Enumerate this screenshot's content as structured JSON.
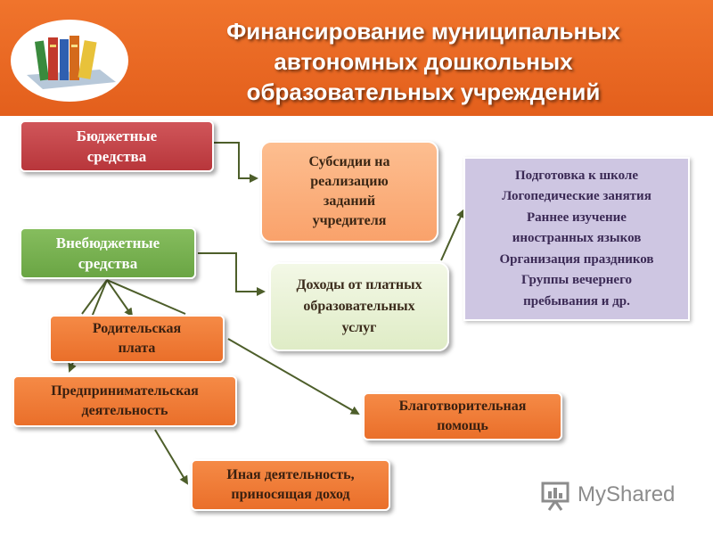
{
  "header": {
    "title_lines": [
      "Финансирование муниципальных",
      "автономных дошкольных",
      "образовательных учреждений"
    ],
    "logo_icon": "books-icon"
  },
  "boxes": {
    "budget": [
      "Бюджетные",
      "средства"
    ],
    "extrabudget": [
      "Внебюджетные",
      "средства"
    ],
    "subsidies": [
      "Субсидии на",
      "реализацию",
      "заданий",
      "учредителя"
    ],
    "paid_services": [
      "Доходы от платных",
      "образовательных",
      "услуг"
    ],
    "services_list": [
      "Подготовка к школе",
      "Логопедические занятия",
      "Раннее изучение",
      "иностранных языков",
      "Организация праздников",
      "Группы вечернего",
      "пребывания и др."
    ],
    "parent_fee": [
      "Родительская",
      "плата"
    ],
    "entrepreneurial": [
      "Предпринимательская",
      "деятельность"
    ],
    "charity": [
      "Благотворительная",
      "помощь"
    ],
    "other_income": [
      "Иная деятельность,",
      "приносящая доход"
    ]
  },
  "watermark": {
    "text": "MyShared"
  },
  "colors": {
    "header": "#e8651f",
    "budget": "#c2474b",
    "extrabudget": "#76ad4f",
    "orange_boxes": "#f07c36",
    "subsidies": "#fbb07e",
    "paid_services": "#e9f2d8",
    "services_list": "#cec6e2",
    "arrows": "#4d5e2a"
  }
}
